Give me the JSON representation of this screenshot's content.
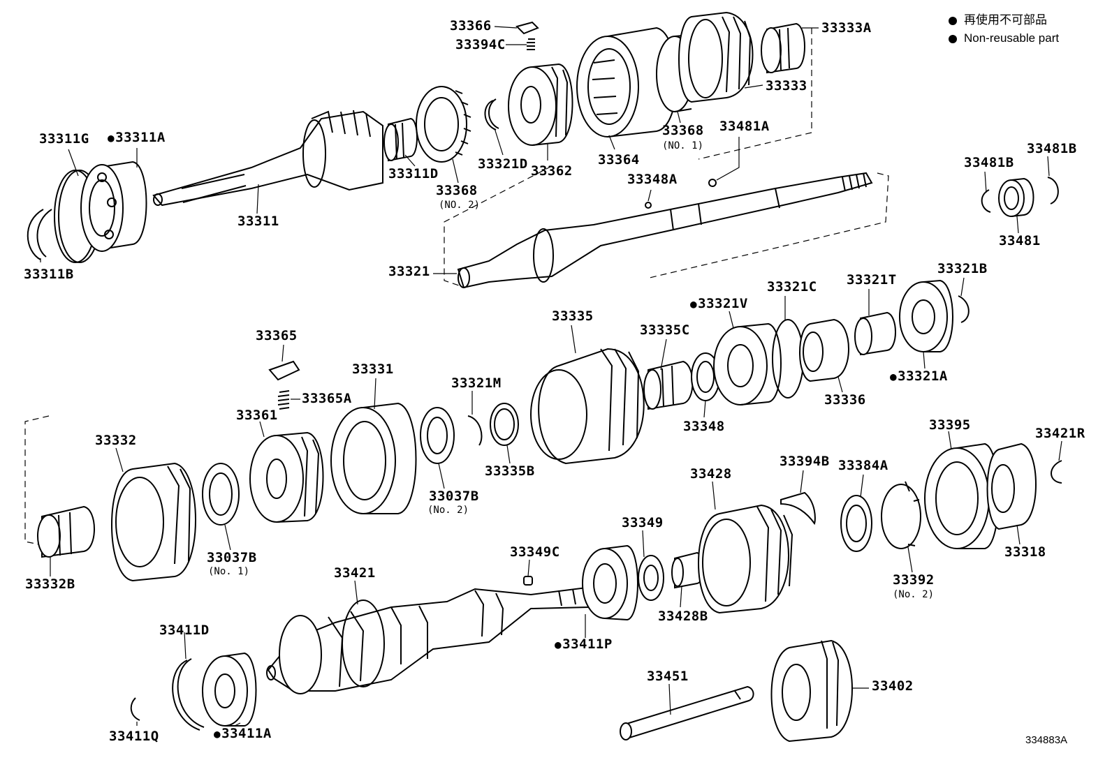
{
  "legend": {
    "line_jp": "再使用不可部品",
    "line_en": "Non-reusable part"
  },
  "figure_id": "334883A",
  "parts": {
    "p33366": "33366",
    "p33394C": "33394C",
    "p33333A": "33333A",
    "p33333": "33333",
    "p33311G": "33311G",
    "p33311A": "33311A",
    "p33311B": "33311B",
    "p33311": "33311",
    "p33311D": "33311D",
    "p33368_2": "33368",
    "p33368_2_note": "(NO. 2)",
    "p33321D": "33321D",
    "p33362": "33362",
    "p33364": "33364",
    "p33368_1": "33368",
    "p33368_1_note": "(NO. 1)",
    "p33481A": "33481A",
    "p33348A": "33348A",
    "p33321": "33321",
    "p33481B_l": "33481B",
    "p33481B_r": "33481B",
    "p33481": "33481",
    "p33321B": "33321B",
    "p33321T": "33321T",
    "p33321C": "33321C",
    "p33321V": "33321V",
    "p33335C": "33335C",
    "p33335": "33335",
    "p33321A": "33321A",
    "p33336": "33336",
    "p33348": "33348",
    "p33365": "33365",
    "p33365A": "33365A",
    "p33331": "33331",
    "p33321M": "33321M",
    "p33361": "33361",
    "p33332": "33332",
    "p33037B_2": "33037B",
    "p33037B_2_note": "(No. 2)",
    "p33335B": "33335B",
    "p33037B_1": "33037B",
    "p33037B_1_note": "(No. 1)",
    "p33332B": "33332B",
    "p33395": "33395",
    "p33421R": "33421R",
    "p33394B": "33394B",
    "p33384A": "33384A",
    "p33428": "33428",
    "p33349": "33349",
    "p33349C": "33349C",
    "p33318": "33318",
    "p33392": "33392",
    "p33392_note": "(No. 2)",
    "p33421": "33421",
    "p33428B": "33428B",
    "p33411P": "33411P",
    "p33411D": "33411D",
    "p33411A": "33411A",
    "p33411Q": "33411Q",
    "p33451": "33451",
    "p33402": "33402"
  }
}
